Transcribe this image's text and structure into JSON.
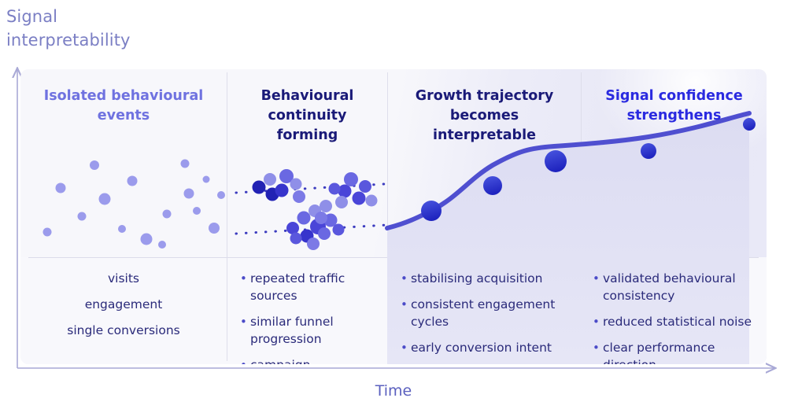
{
  "axes": {
    "y_label_line1": "Signal",
    "y_label_line2": "interpretability",
    "x_label": "Time"
  },
  "columns": [
    {
      "id": "isolated-behavioural-events",
      "title_line1": "Isolated behavioural",
      "title_line2": "events",
      "title_color": "#6f72e0",
      "bulleted": false,
      "items": [
        "visits",
        "engagement",
        "single conversions"
      ]
    },
    {
      "id": "behavioural-continuity-forming",
      "title_line1": "Behavioural",
      "title_line2": "continuity forming",
      "title_color": "#1a1a78",
      "bulleted": true,
      "items": [
        "repeated traffic sources",
        "similar funnel progression",
        "campaign interaction clustering"
      ]
    },
    {
      "id": "growth-trajectory-becomes-interpretable",
      "title_line1": "Growth trajectory",
      "title_line2": "becomes interpretable",
      "title_color": "#1a1a78",
      "bulleted": true,
      "items": [
        "stabilising acquisition",
        "consistent engagement cycles",
        "early conversion intent"
      ]
    },
    {
      "id": "signal-confidence-strengthens",
      "title_line1": "Signal confidence",
      "title_line2": "strengthens",
      "title_color": "#2a2ae0",
      "bulleted": true,
      "items": [
        "validated behavioural consistency",
        "reduced statistical noise",
        "clear performance direction"
      ]
    }
  ],
  "colors": {
    "panel_light": "#f7f7fb",
    "panel_lavender": "#e8e8f6",
    "scatter_dot": "#9b9bec",
    "cluster_dark": "#2222b4",
    "cluster_mid": "#4a45d8",
    "cluster_light": "#8f8fe8",
    "curve_line": "#4f4fd0",
    "curve_marker": "#2c39d4",
    "area_fill": "#e2e2f4",
    "divider": "#dedeeb",
    "axis_arrow": "#a9a9d6",
    "bullet": "#4b4bc8",
    "list_text": "#2a2a7a"
  },
  "chart_data": {
    "type": "scatter+line",
    "title": "",
    "xlabel": "Time",
    "ylabel": "Signal interpretability",
    "stages": [
      "Isolated behavioural events",
      "Behavioural continuity forming",
      "Growth trajectory becomes interpretable",
      "Signal confidence strengthens"
    ],
    "scatter_random": {
      "note": "stage 1 - unstructured isolated points",
      "points": [
        [
          60,
          295
        ],
        [
          77,
          239
        ],
        [
          104,
          275
        ],
        [
          120,
          210
        ],
        [
          133,
          253
        ],
        [
          155,
          291
        ],
        [
          168,
          230
        ],
        [
          186,
          304
        ],
        [
          206,
          311
        ],
        [
          212,
          272
        ],
        [
          235,
          208
        ],
        [
          240,
          246
        ],
        [
          250,
          268
        ],
        [
          262,
          228
        ],
        [
          272,
          290
        ],
        [
          281,
          248
        ]
      ]
    },
    "clusters": [
      {
        "note": "upper trend cluster, stage 2",
        "trend_line": [
          [
            300,
            245
          ],
          [
            486,
            234
          ]
        ],
        "points": [
          [
            329,
            238
          ],
          [
            346,
            247
          ],
          [
            343,
            228
          ],
          [
            364,
            224
          ],
          [
            358,
            242
          ],
          [
            376,
            234
          ],
          [
            380,
            250
          ],
          [
            438,
            243
          ],
          [
            446,
            228
          ],
          [
            434,
            257
          ],
          [
            456,
            252
          ],
          [
            464,
            237
          ],
          [
            470,
            255
          ],
          [
            425,
            240
          ]
        ]
      },
      {
        "note": "lower trend cluster, stage 2",
        "trend_line": [
          [
            300,
            297
          ],
          [
            490,
            286
          ]
        ],
        "points": [
          [
            372,
            290
          ],
          [
            386,
            277
          ],
          [
            390,
            300
          ],
          [
            400,
            268
          ],
          [
            404,
            288
          ],
          [
            412,
            297
          ],
          [
            398,
            310
          ],
          [
            420,
            280
          ],
          [
            430,
            292
          ],
          [
            414,
            262
          ],
          [
            376,
            303
          ],
          [
            408,
            277
          ]
        ]
      }
    ],
    "curve": {
      "note": "S-curve of growth trajectory, stages 3-4",
      "points": [
        [
          492,
          290
        ],
        [
          548,
          268
        ],
        [
          626,
          236
        ],
        [
          706,
          205
        ],
        [
          824,
          192
        ],
        [
          952,
          158
        ]
      ],
      "marker_radius": [
        13,
        12,
        14,
        10,
        8
      ],
      "area_filled": true
    }
  }
}
